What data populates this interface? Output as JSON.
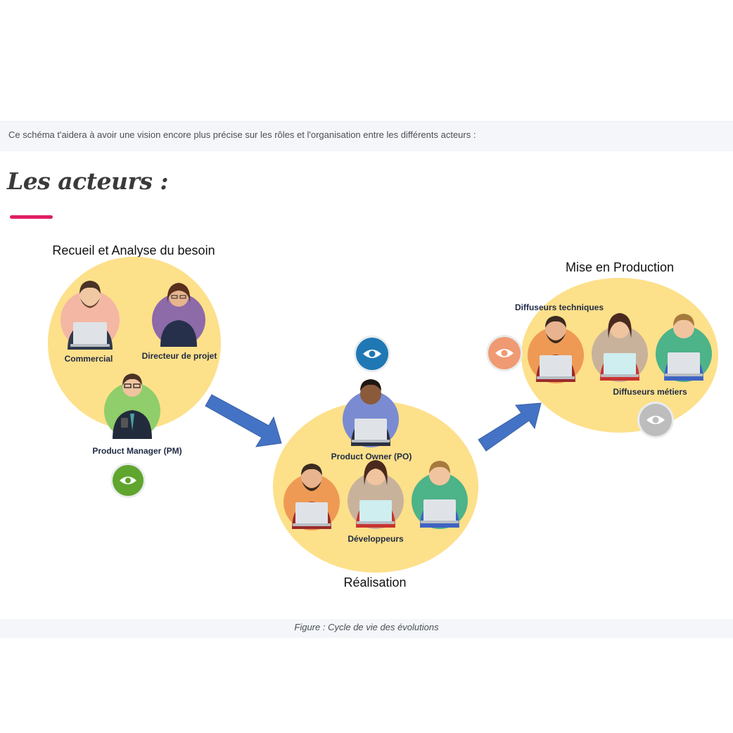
{
  "intro": "Ce schéma t'aidera à avoir une vision encore plus précise sur les rôles et l'organisation entre les différents acteurs :",
  "title": "Les acteurs :",
  "colors": {
    "accent": "#e01e64",
    "bubble": "#fde08a",
    "arrow": "#4472c4"
  },
  "stages": {
    "analysis": {
      "label": "Recueil et Analyse du besoin",
      "roles": {
        "commercial": "Commercial",
        "director": "Directeur de projet",
        "pm": "Product Manager (PM)"
      },
      "eye_color": "#5fa52e"
    },
    "realisation": {
      "label": "Réalisation",
      "roles": {
        "po": "Product Owner (PO)",
        "devs": "Développeurs"
      },
      "eye_color": "#1f78b4"
    },
    "production": {
      "label": "Mise en Production",
      "roles": {
        "tech": "Diffuseurs techniques",
        "business": "Diffuseurs métiers"
      },
      "eye_colors": {
        "tech": "#ef9a72",
        "business": "#bdbdbd"
      }
    }
  },
  "caption": "Figure : Cycle de vie des évolutions"
}
